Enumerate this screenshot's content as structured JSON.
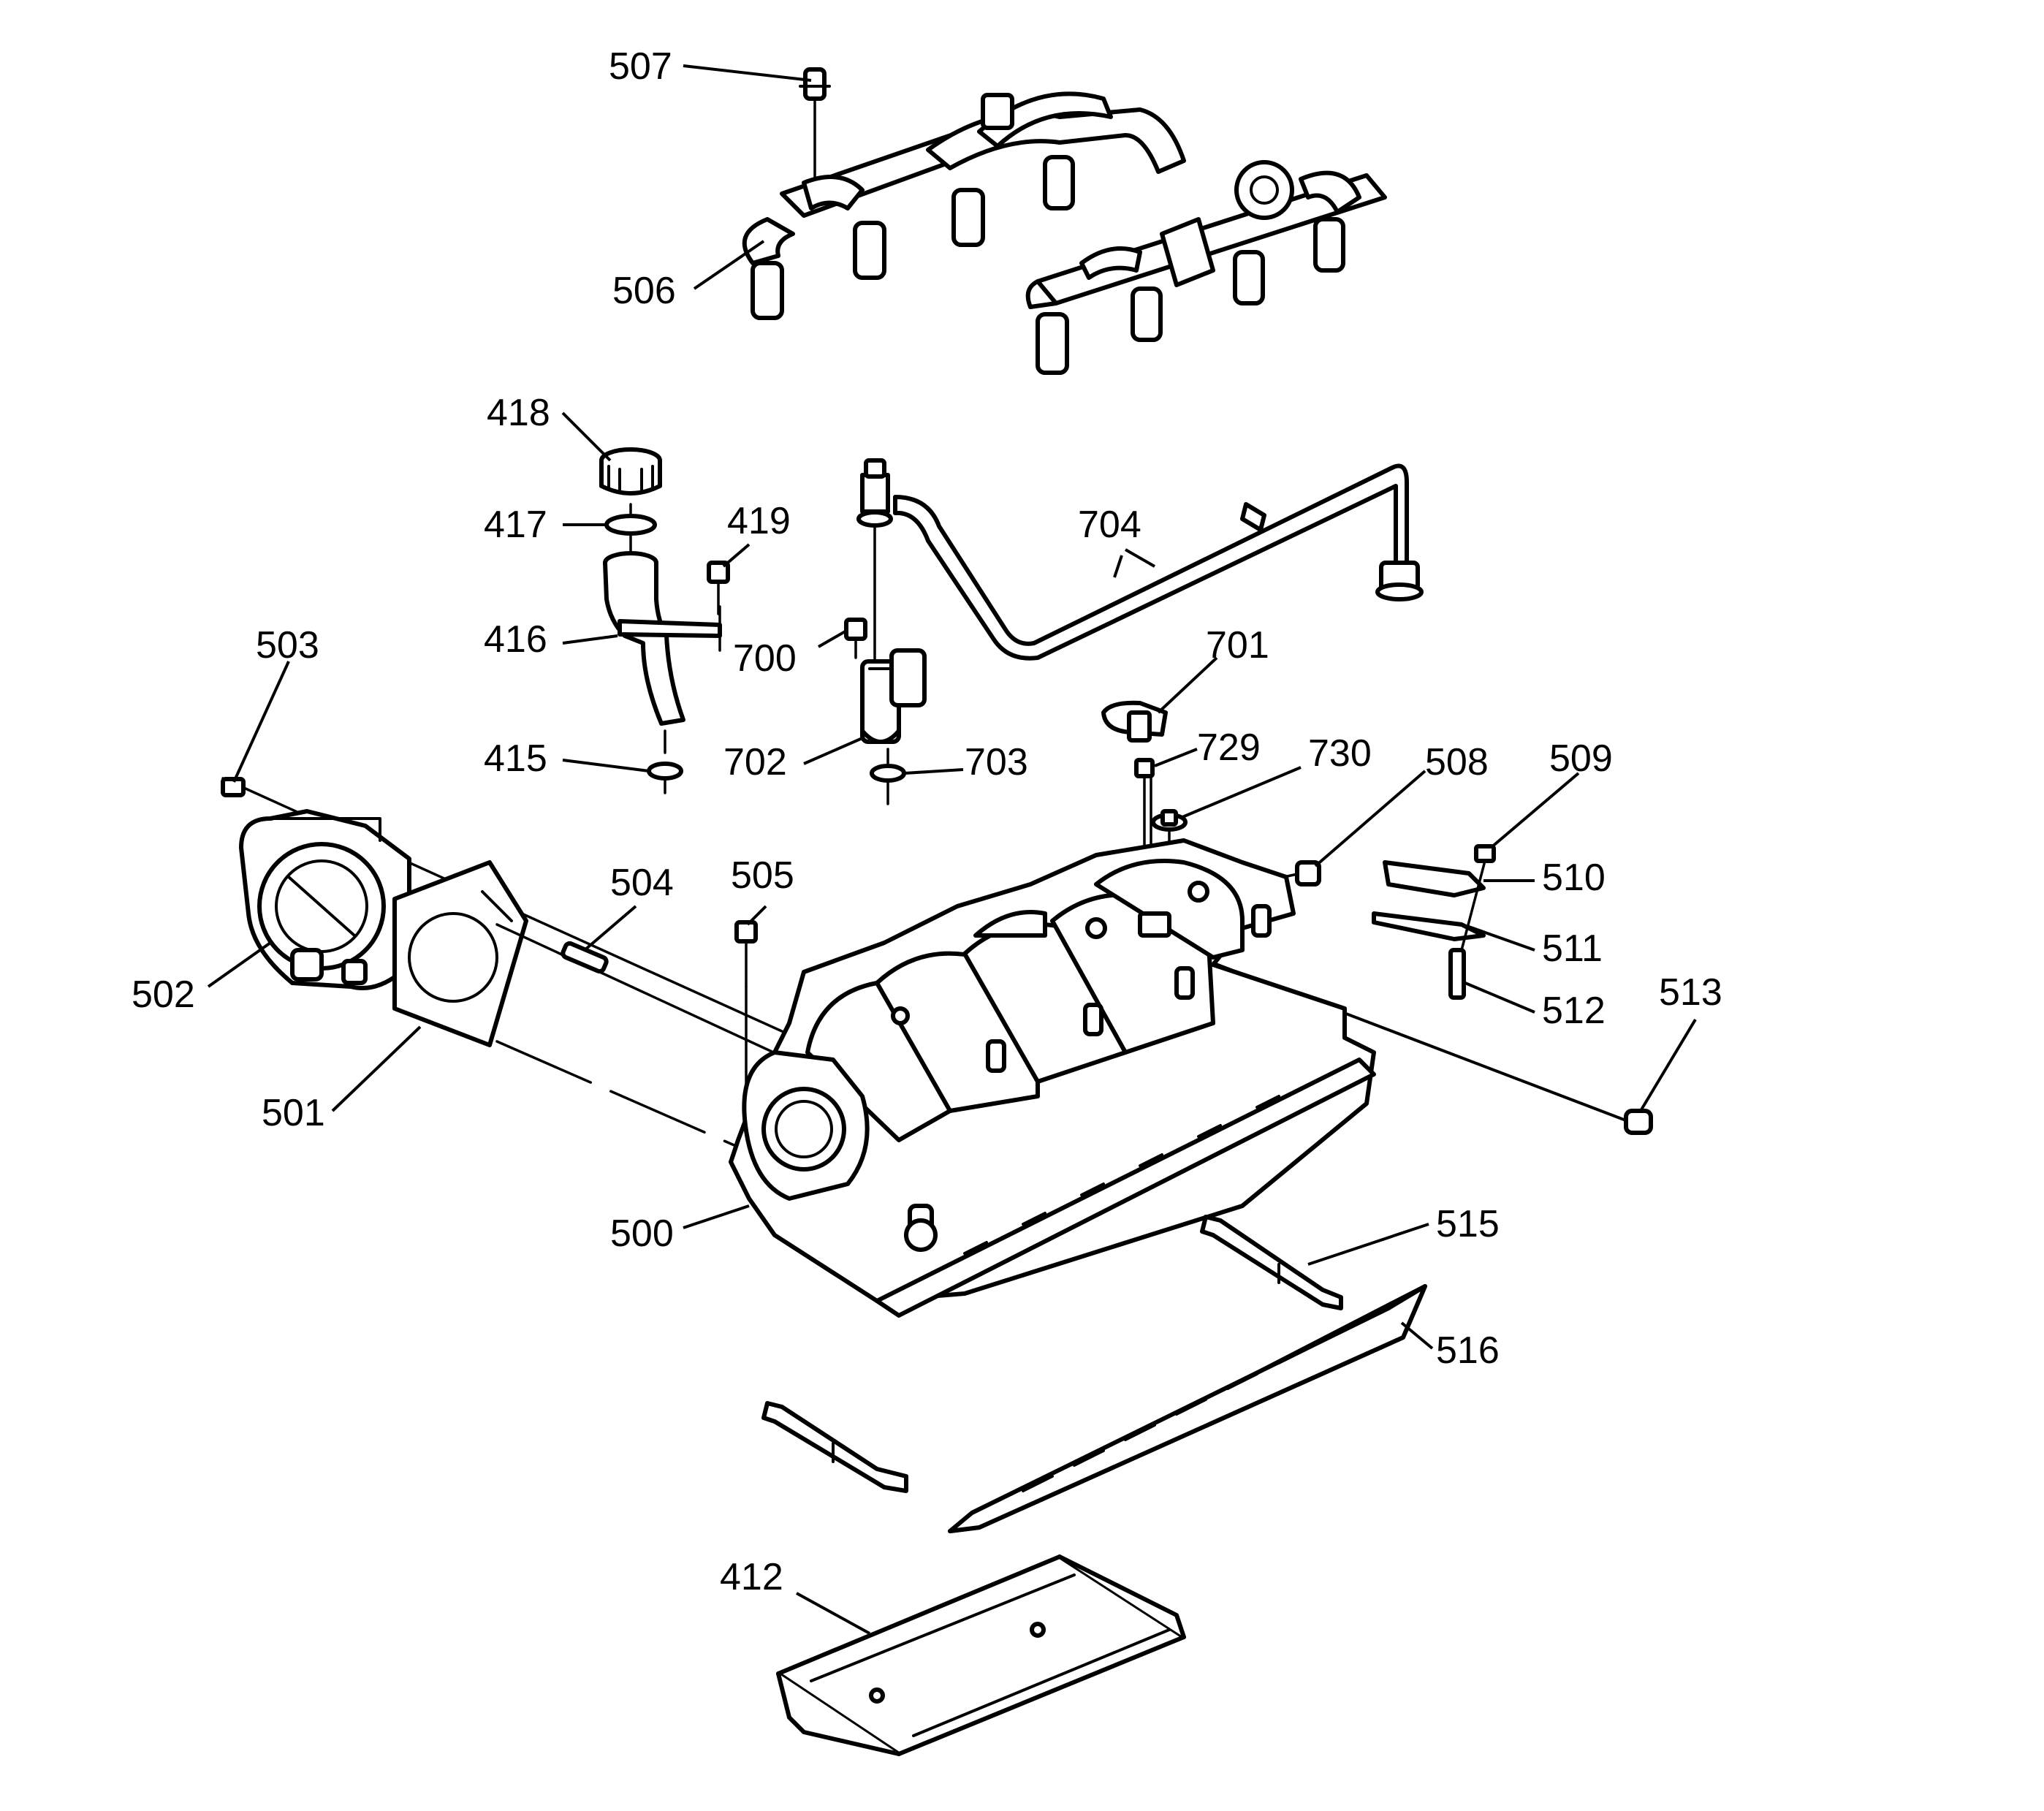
{
  "callouts": {
    "c412": "412",
    "c415": "415",
    "c416": "416",
    "c417": "417",
    "c418": "418",
    "c419": "419",
    "c500": "500",
    "c501": "501",
    "c502": "502",
    "c503": "503",
    "c504": "504",
    "c505": "505",
    "c506": "506",
    "c507": "507",
    "c508": "508",
    "c509": "509",
    "c510": "510",
    "c511": "511",
    "c512": "512",
    "c513": "513",
    "c515": "515",
    "c516": "516",
    "c700": "700",
    "c701": "701",
    "c702": "702",
    "c703": "703",
    "c704": "704",
    "c729": "729",
    "c730": "730"
  }
}
